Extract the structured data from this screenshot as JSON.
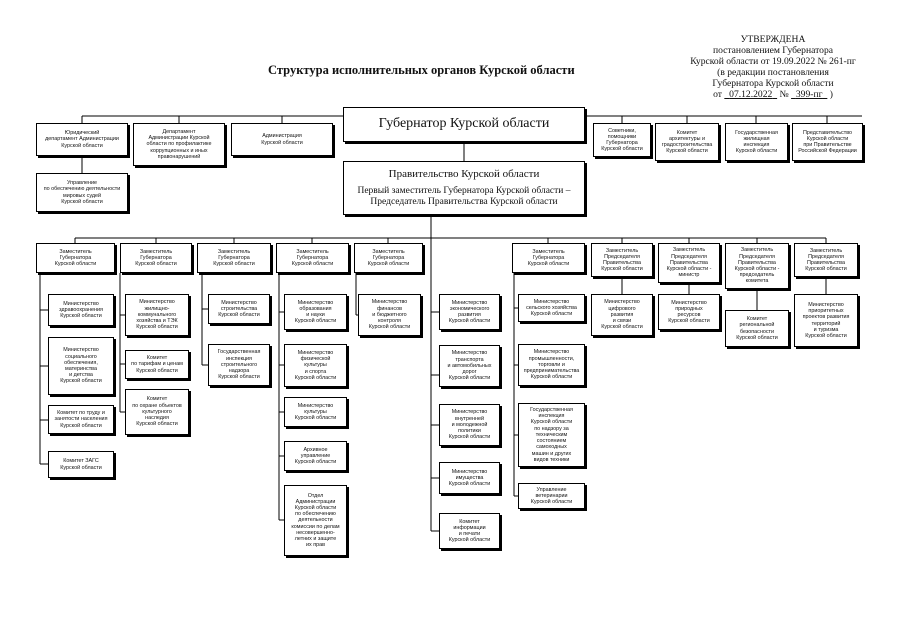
{
  "approval": {
    "approved": "УТВЕРЖДЕНА",
    "line1": "постановлением Губернатора",
    "line2": "Курской области от 19.09.2022 № 261-пг",
    "line3": "(в редакции постановления",
    "line4": "Губернатора Курской области",
    "ot": "от",
    "date": "07.12.2022",
    "num_sign": "№",
    "number": "399-пг",
    "close": ")"
  },
  "title": "Структура исполнительных органов Курской области",
  "governor": "Губернатор Курской области",
  "government": {
    "title": "Правительство Курской области",
    "subtitle": "Первый заместитель Губернатора Курской области –\nПредседатель Правительства Курской области"
  },
  "top_left": {
    "legal_dept": "Юридический\nдепартамент Администрации\nКурской области",
    "anticorruption": "Департамент\nАдминистрации Курской\nобласти по профилактике\nкоррупционных и иных\nправонарушений",
    "administration": "Администрация\nКурской области",
    "judges": "Управление\nпо обеспечению деятельности\nмировых судей\nКурской области"
  },
  "top_right": {
    "advisers": "Советники,\nпомощники\nГубернатора\nКурской области",
    "architecture": "Комитет\nархитектуры и\nградостроительства\nКурской области",
    "housing_inspection": "Государственная\nжилищная\nинспекция\nКурской области",
    "representation": "Представительство\nКурской области\nпри Правительстве\nРоссийской Федерации"
  },
  "deputies": [
    "Заместитель\nГубернатора\nКурской области",
    "Заместитель\nГубернатора\nКурской области",
    "Заместитель\nГубернатора\nКурской области",
    "Заместитель\nГубернатора\nКурской области",
    "Заместитель\nГубернатора\nКурской области",
    "Заместитель\nГубернатора\nКурской области",
    "Заместитель\nПредседателя\nПравительства\nКурской области",
    "Заместитель\nПредседателя\nПравительства\nКурской области -\nминистр",
    "Заместитель\nПредседателя\nПравительства\nКурской области -\nпредседатель\nкомитета",
    "Заместитель\nПредседателя\nПравительства\nКурской области"
  ],
  "col1": [
    "Министерство\nздравоохранения\nКурской области",
    "Министерство\nсоциального\nобеспечения,\nматеринства\nи детства\nКурской области",
    "Комитет по труду и\nзанятости населения\nКурской области",
    "Комитет ЗАГС\nКурской области"
  ],
  "col2": [
    "Министерство\nжилищно-\nкоммунального\nхозяйства и ТЭК\nКурской области",
    "Комитет\nпо тарифам и ценам\nКурской области",
    "Комитет\nпо охране объектов\nкультурного\nнаследия\nКурской области"
  ],
  "col3": [
    "Министерство\nстроительства\nКурской области",
    "Государственная\nинспекция\nстроительного\nнадзора\nКурской области"
  ],
  "col4": [
    "Министерство\nобразования\nи науки\nКурской области",
    "Министерство\nфизической\nкультуры\nи спорта\nКурской области",
    "Министерство\nкультуры\nКурской области",
    "Архивное\nуправление\nКурской области",
    "Отдел\nАдминистрации\nКурской области\nпо обеспечению\nдеятельности\nкомиссии по делам\nнесовершенно-\nлетних и защите\nих прав"
  ],
  "col5": [
    "Министерство\nфинансов\nи бюджетного\nконтроля\nКурской области"
  ],
  "col6": [
    "Министерство\nэкономического\nразвития\nКурской области",
    "Министерство\nтранспорта\nи автомобильных\nдорог\nКурской области",
    "Министерство\nвнутренней\nи молодежной\nполитики\nКурской области",
    "Министерство\nимущества\nКурской области",
    "Комитет\nинформации\nи печати\nКурской области"
  ],
  "col7": [
    "Министерство\nсельского хозяйства\nКурской области",
    "Министерство\nпромышленности,\nторговли и\nпредпринимательства\nКурской области",
    "Государственная\nинспекция\nКурской области\nпо надзору за\nтехническим\nсостоянием\nсамоходных\nмашин и других\nвидов техники",
    "Управление\nветеринарии\nКурской области"
  ],
  "col8": [
    "Министерство\nцифрового\nразвития\nи связи\nКурской области"
  ],
  "col9": [
    "Министерство\nприродных\nресурсов\nКурской области"
  ],
  "col10": [
    "Комитет\nрегиональной\nбезопасности\nКурской области"
  ],
  "col11": [
    "Министерство\nприоритетных\nпроектов развития\nтерриторий\nи туризма\nКурской области"
  ]
}
